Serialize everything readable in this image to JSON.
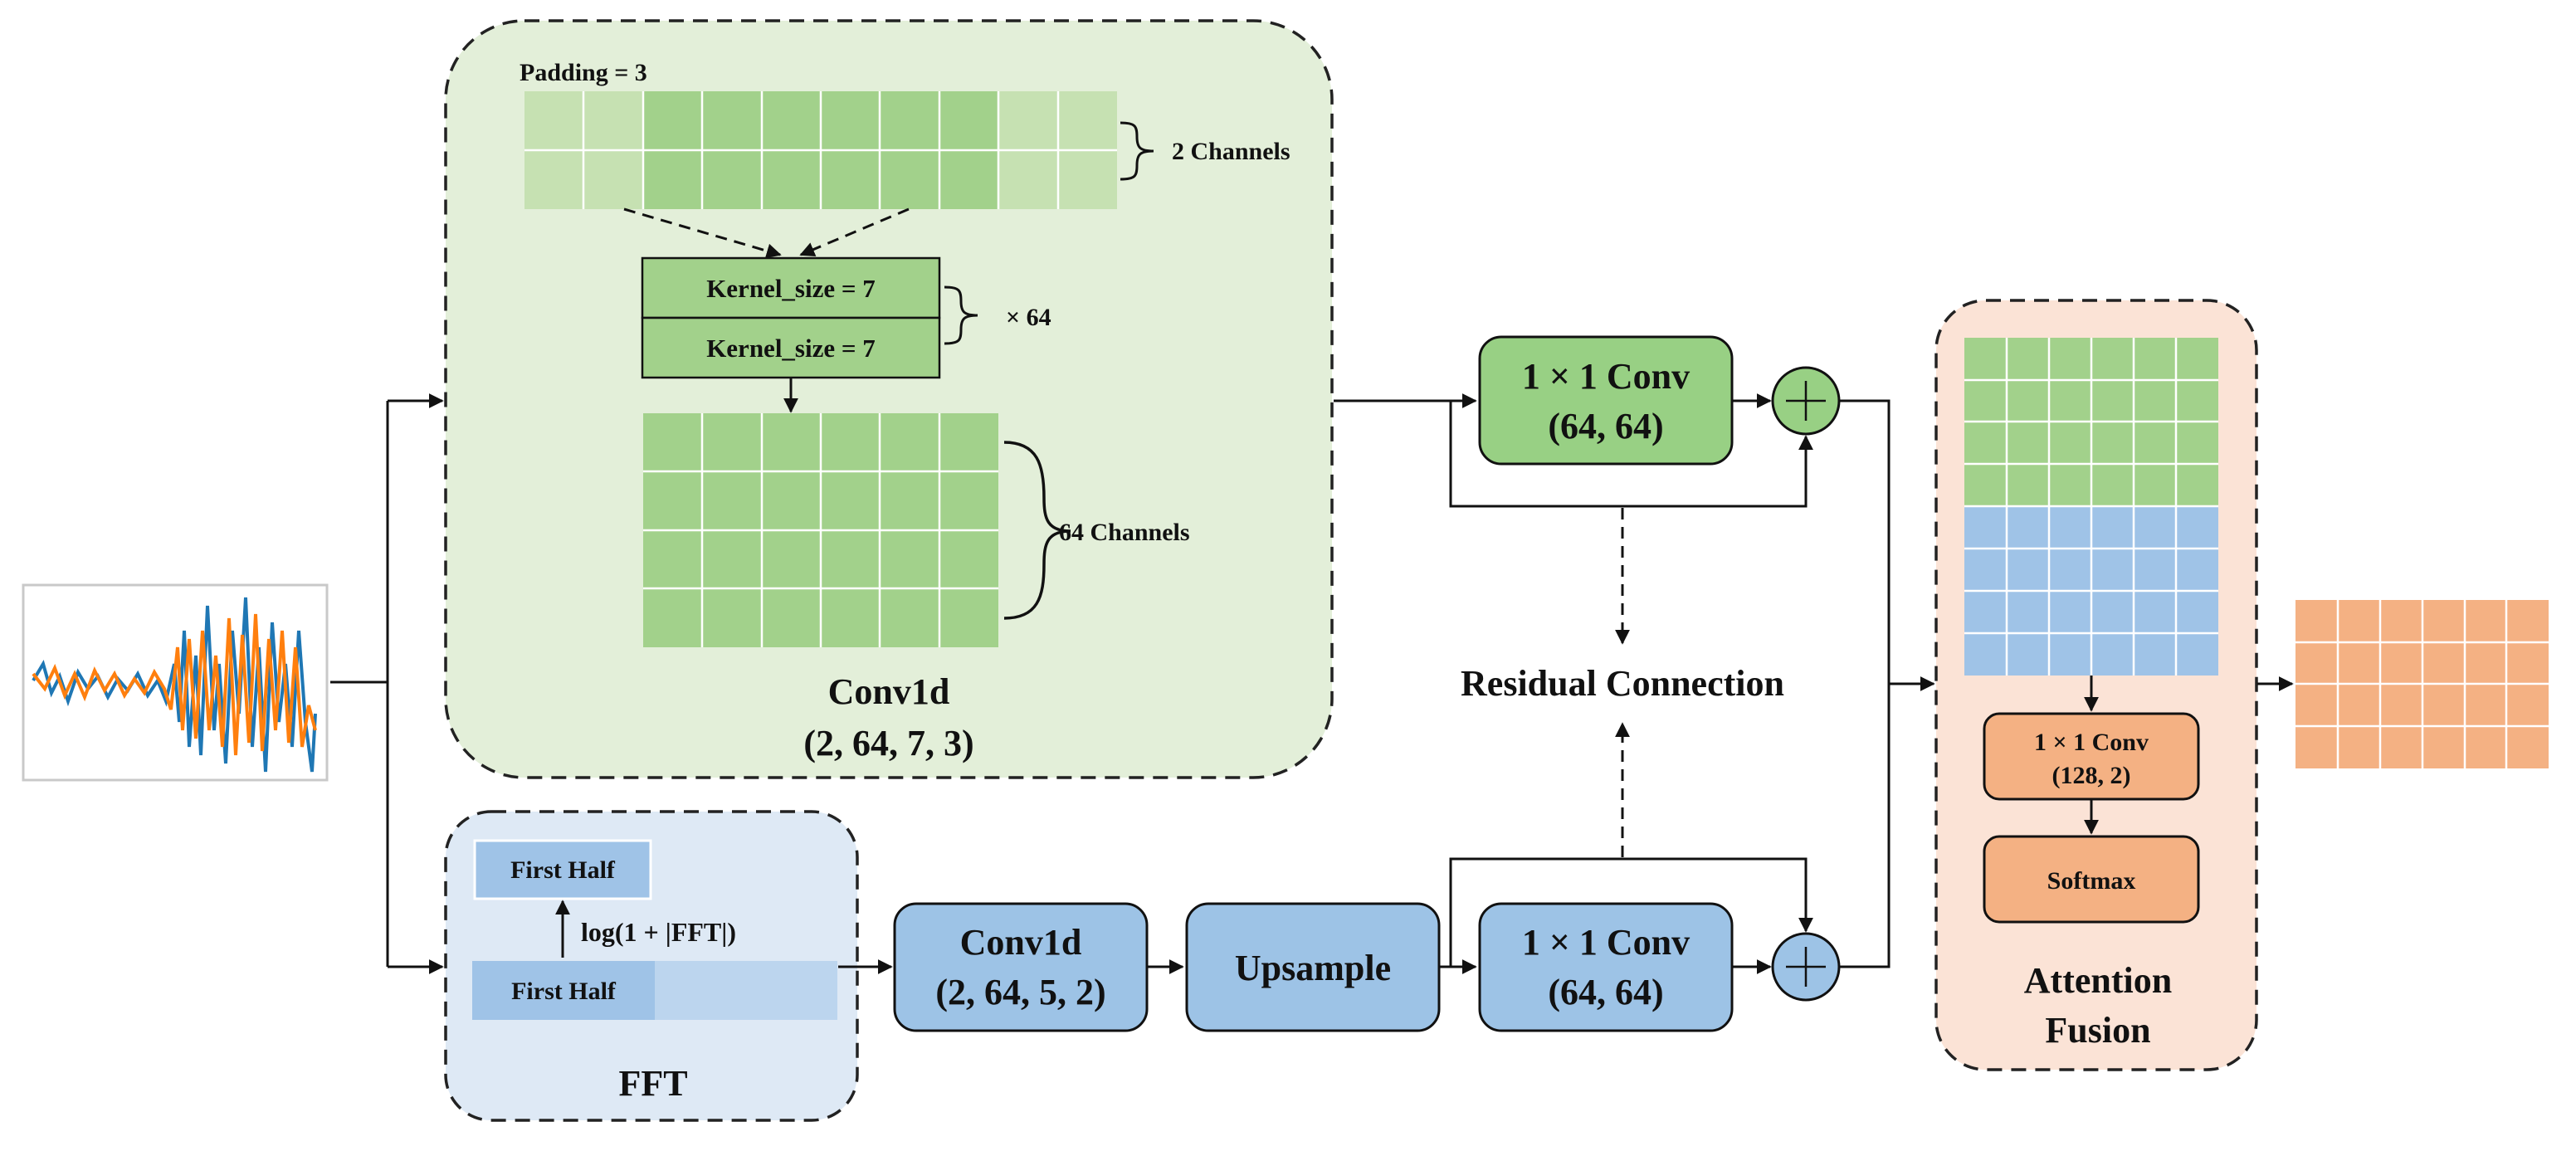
{
  "colors": {
    "green_panel": "#e3efd9",
    "green_cell": "#a2d18b",
    "green_light_cell": "#c6e1b2",
    "green_box": "#98d084",
    "blue_panel": "#dee9f5",
    "blue_cell": "#9fc3e7",
    "blue_light_cell": "#bcd5ee",
    "blue_box": "#9dc3e6",
    "orange_panel": "#fbe3d6",
    "orange_cell": "#f4b183",
    "orange_box": "#f4b183",
    "signal_series_1": "#1f77b4",
    "signal_series_2": "#ff7f0e",
    "stroke": "#111111"
  },
  "input_signal": {
    "icon": "waveform-plot-icon"
  },
  "conv_panel": {
    "padding_label": "Padding = 3",
    "channels_in_label": "2 Channels",
    "kernel_1_label": "Kernel_size = 7",
    "kernel_2_label": "Kernel_size = 7",
    "multiplier_label": "× 64",
    "channels_out_label": "64 Channels",
    "title": "Conv1d",
    "params": "(2, 64, 7, 3)"
  },
  "fft_panel": {
    "first_half_top": "First Half",
    "log_label": "log(1 + |FFT|)",
    "first_half_bottom": "First Half",
    "title": "FFT"
  },
  "blocks": {
    "conv1d_freq_title": "Conv1d",
    "conv1d_freq_params": "(2, 64, 5, 2)",
    "upsample": "Upsample",
    "conv1x1_top_title": "1 × 1 Conv",
    "conv1x1_top_params": "(64, 64)",
    "conv1x1_bottom_title": "1 × 1 Conv",
    "conv1x1_bottom_params": "(64, 64)"
  },
  "residual_label": "Residual Connection",
  "attention_panel": {
    "conv_title": "1 × 1 Conv",
    "conv_params": "(128, 2)",
    "softmax": "Softmax",
    "title_line1": "Attention",
    "title_line2": "Fusion"
  },
  "output": {
    "icon": "output-feature-grid-icon"
  }
}
